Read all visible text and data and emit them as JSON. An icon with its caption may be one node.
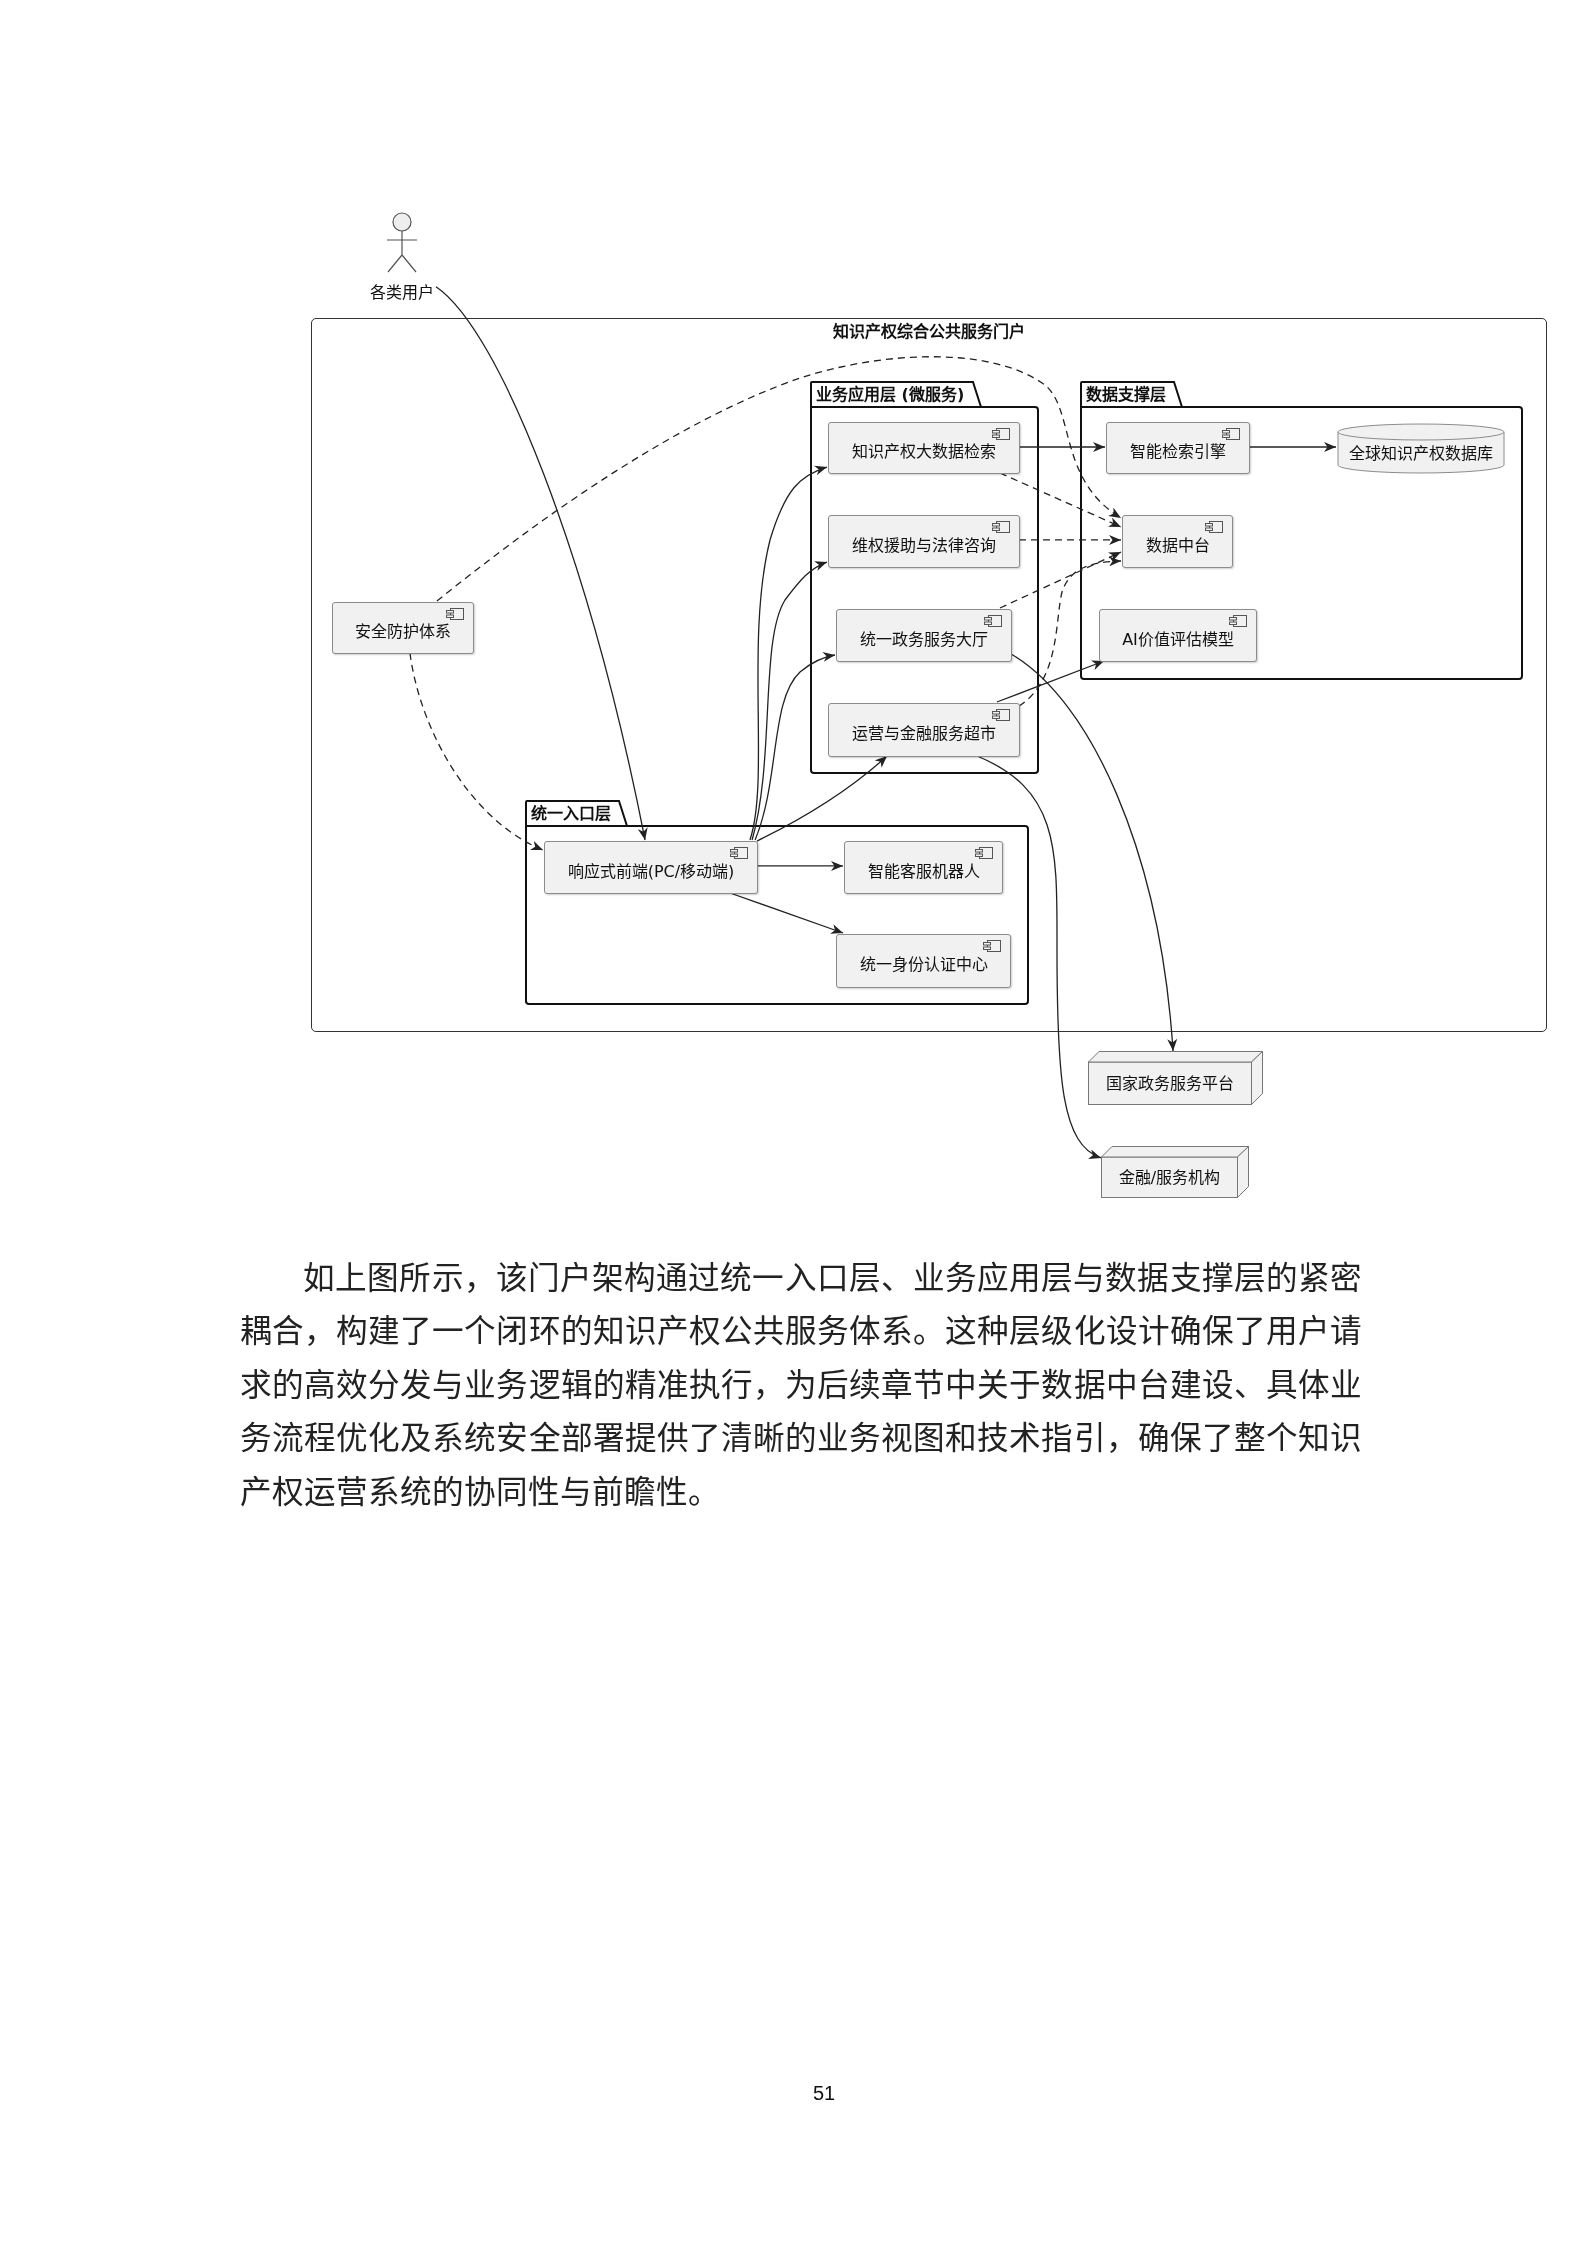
{
  "diagram": {
    "nodes": [
      {
        "text": [
          "各类用户"
        ]
      },
      {
        "text": [
          "知识产权综合公共服务门户"
        ]
      },
      {
        "text": [
          "业务应用层 (微服务)"
        ],
        "in": 1
      },
      {
        "text": [
          "知识产权大数据检索"
        ],
        "in": 2
      },
      {
        "text": [
          "维权援助与法律咨询"
        ],
        "in": 2
      },
      {
        "text": [
          "统一政务服务大厅"
        ],
        "in": 2
      },
      {
        "text": [
          "运营与金融服务超市"
        ],
        "in": 2
      },
      {
        "text": [
          "数据支撑层"
        ],
        "in": 1
      },
      {
        "text": [
          "智能检索引擎"
        ],
        "in": 7
      },
      {
        "text": [
          "全球知识产权数据库"
        ],
        "in": 7
      },
      {
        "text": [
          "数据中台"
        ],
        "in": 7
      },
      {
        "text": [
          "AI价值评估模型"
        ],
        "in": 7
      },
      {
        "text": [
          "安全防护体系"
        ],
        "in": 1
      },
      {
        "text": [
          "统一入口层"
        ],
        "in": 1
      },
      {
        "text": [
          "响应式前端(PC/移动端)"
        ],
        "in": 13
      },
      {
        "text": [
          "智能客服机器人"
        ],
        "in": 13
      },
      {
        "text": [
          "统一身份认证中心"
        ],
        "in": 13
      },
      {
        "text": [
          "国家政务服务平台"
        ]
      },
      {
        "text": [
          "金融/服务机构"
        ]
      }
    ],
    "edges": [
      {
        "from": 0,
        "to": 14,
        "arrow": "to"
      },
      {
        "from": 12,
        "to": 14,
        "arrow": "to",
        "style": "dashed"
      },
      {
        "from": 12,
        "to": 10,
        "arrow": "to",
        "style": "dashed"
      },
      {
        "from": 14,
        "to": 3,
        "arrow": "to"
      },
      {
        "from": 14,
        "to": 4,
        "arrow": "to"
      },
      {
        "from": 14,
        "to": 5,
        "arrow": "to"
      },
      {
        "from": 14,
        "to": 6,
        "arrow": "to"
      },
      {
        "from": 14,
        "to": 15,
        "arrow": "to"
      },
      {
        "from": 14,
        "to": 16,
        "arrow": "to"
      },
      {
        "from": 3,
        "to": 8,
        "arrow": "to"
      },
      {
        "from": 8,
        "to": 9,
        "arrow": "to"
      },
      {
        "from": 3,
        "to": 10,
        "arrow": "to",
        "style": "dashed"
      },
      {
        "from": 4,
        "to": 10,
        "arrow": "to",
        "style": "dashed"
      },
      {
        "from": 5,
        "to": 10,
        "arrow": "to",
        "style": "dashed"
      },
      {
        "from": 6,
        "to": 10,
        "arrow": "to",
        "style": "dashed"
      },
      {
        "from": 6,
        "to": 11,
        "arrow": "to"
      },
      {
        "from": 5,
        "to": 17,
        "arrow": "to"
      },
      {
        "from": 6,
        "to": 18,
        "arrow": "to"
      }
    ],
    "labels": [
      "如上图所示，该门户架构通过统一入口层、业务应用层与数据支撑层的紧密耦合，构建了一个闭环的知识产权公共服务体系。这种层级化设计确保了用户请求的高效分发与业务逻辑的精准执行，为后续章节中关于数据中台建设、具体业务流程优化及系统安全部署提供了清晰的业务视图和技术指引，确保了整个知识产权运营系统的协同性与前瞻性。",
      "51"
    ]
  }
}
